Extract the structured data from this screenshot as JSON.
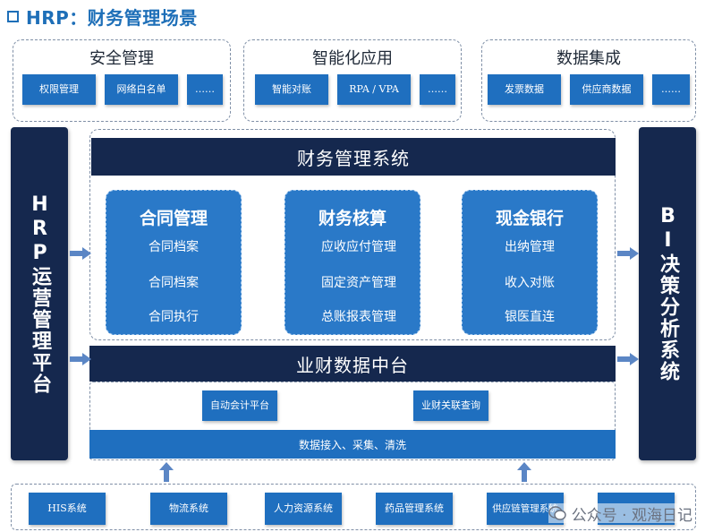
{
  "title": "HRP：财务管理场景",
  "top_groups": [
    {
      "title": "安全管理",
      "buttons": [
        "权限管理",
        "网络白名单",
        "……"
      ]
    },
    {
      "title": "智能化应用",
      "buttons": [
        "智能对账",
        "RPA / VPA",
        "……"
      ]
    },
    {
      "title": "数据集成",
      "buttons": [
        "发票数据",
        "供应商数据",
        "……"
      ]
    }
  ],
  "left_pillar": "HRP运营管理平台",
  "right_pillar": "BI决策分析系统",
  "finance_system": "财务管理系统",
  "modules": [
    {
      "title": "合同管理",
      "items": [
        "合同档案",
        "合同档案",
        "合同执行"
      ]
    },
    {
      "title": "财务核算",
      "items": [
        "应收应付管理",
        "固定资产管理",
        "总账报表管理"
      ]
    },
    {
      "title": "现金银行",
      "items": [
        "出纳管理",
        "收入对账",
        "银医直连"
      ]
    }
  ],
  "data_platform": "业财数据中台",
  "data_buttons": [
    "自动会计平台",
    "业财关联查询"
  ],
  "data_ingest": "数据接入、采集、清洗",
  "bottom_systems": [
    "HIS系统",
    "物流系统",
    "人力资源系统",
    "药品管理系统",
    "供应链管理系统",
    ""
  ],
  "watermark": "公众号 · 观海日记",
  "colors": {
    "navy": "#15284e",
    "blue": "#1f6fbf",
    "module_blue": "#2a79c8",
    "title_blue": "#1e6fb8",
    "arrow": "#5b86c5"
  }
}
